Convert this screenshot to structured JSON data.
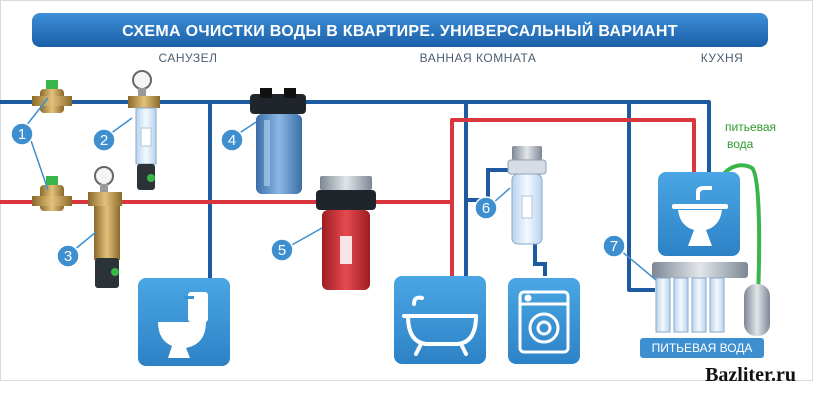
{
  "title": "СХЕМА ОЧИСТКИ ВОДЫ В КВАРТИРЕ. УНИВЕРСАЛЬНЫЙ ВАРИАНТ",
  "rooms": {
    "bathroom_wc": "САНУЗЕЛ",
    "bathroom": "ВАННАЯ КОМНАТА",
    "kitchen": "КУХНЯ"
  },
  "drinking_water": {
    "line1": "питьевая",
    "line2": "вода"
  },
  "ro_label": "ПИТЬЕВАЯ ВОДА",
  "markers": [
    "1",
    "2",
    "3",
    "4",
    "5",
    "6",
    "7"
  ],
  "watermark": "Bazliter.ru",
  "colors": {
    "cold_pipe": "#1e5aa0",
    "hot_pipe": "#d9363e",
    "drinking_line": "#3ab54a",
    "tile": "#3a93d4",
    "marker": "#3d8fd0",
    "title_bar": "#2072bd"
  },
  "icons": [
    "toilet-icon",
    "bathtub-icon",
    "washing-machine-icon",
    "sink-icon"
  ]
}
